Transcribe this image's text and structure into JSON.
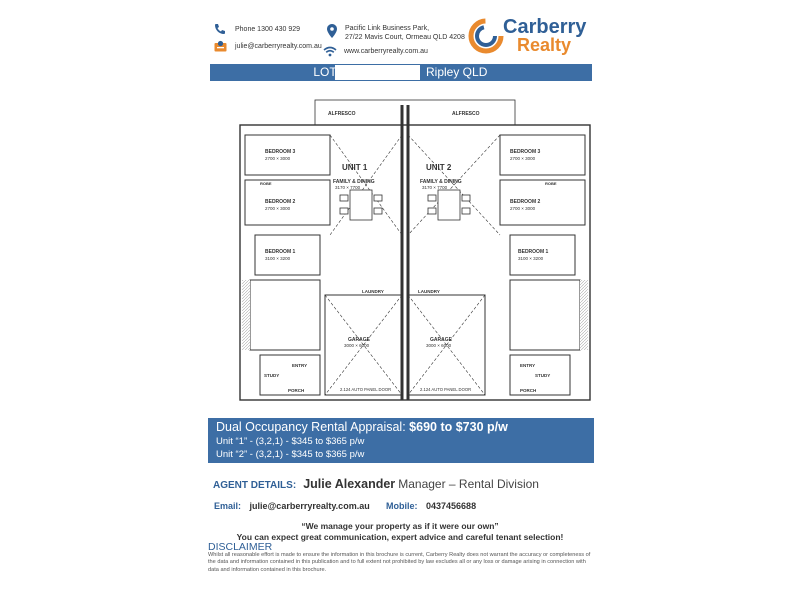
{
  "header": {
    "phone": "Phone 1300 430 929",
    "email": "julie@carberryrealty.com.au",
    "address_line1": "Pacific Link Business Park,",
    "address_line2": "27/22 Mavis Court, Ormeau QLD 4208",
    "website": "www.carberryrealty.com.au"
  },
  "logo": {
    "line1": "Carberry",
    "line2": "Realty",
    "brand_blue": "#2f5f96",
    "brand_orange": "#e98a2e"
  },
  "lot": {
    "label": "LOT",
    "suburb": "Ripley QLD"
  },
  "plan": {
    "unit1": "UNIT 1",
    "unit2": "UNIT 2",
    "alfresco": "ALFRESCO",
    "bed3": "BEDROOM 3",
    "bed3_size": "2700 × 3000",
    "bed2": "BEDROOM 2",
    "bed2_size": "2700 × 3000",
    "bed1": "BEDROOM 1",
    "bed1_size": "3100 × 3200",
    "family": "FAMILY & DINING",
    "family_size": "3170 × 7700",
    "garage": "GARAGE",
    "garage_size": "3000 × 6000",
    "laundry": "LAUNDRY",
    "study": "STUDY",
    "porch": "PORCH",
    "entry": "ENTRY",
    "robe": "ROBE",
    "door": "2.124 AUTO PANEL DOOR"
  },
  "appraisal": {
    "title": "Dual Occupancy Rental Appraisal:",
    "range": "$690 to $730 p/w",
    "unit1": "Unit “1” - (3,2,1) - $345 to $365 p/w",
    "unit2": "Unit “2” - (3,2,1) - $345 to $365 p/w"
  },
  "agent": {
    "label": "AGENT DETAILS:",
    "name": "Julie Alexander",
    "role": "Manager – Rental Division",
    "email_label": "Email:",
    "email": "julie@carberryrealty.com.au",
    "mobile_label": "Mobile:",
    "mobile": "0437456688"
  },
  "tagline": {
    "line1": "“We manage your property as if it were our own”",
    "line2": "You can expect great communication, expert advice and careful tenant selection!"
  },
  "disclaimer": {
    "heading": "DISCLAIMER",
    "text": "Whilst all reasonable effort is made to ensure the information in this brochure is current, Carberry Realty does not warrant the accuracy or completeness of the data and information contained in this publication and to full extent not prohibited by law excludes all or any loss or damage arising in connection with data and information contained in this brochure."
  }
}
